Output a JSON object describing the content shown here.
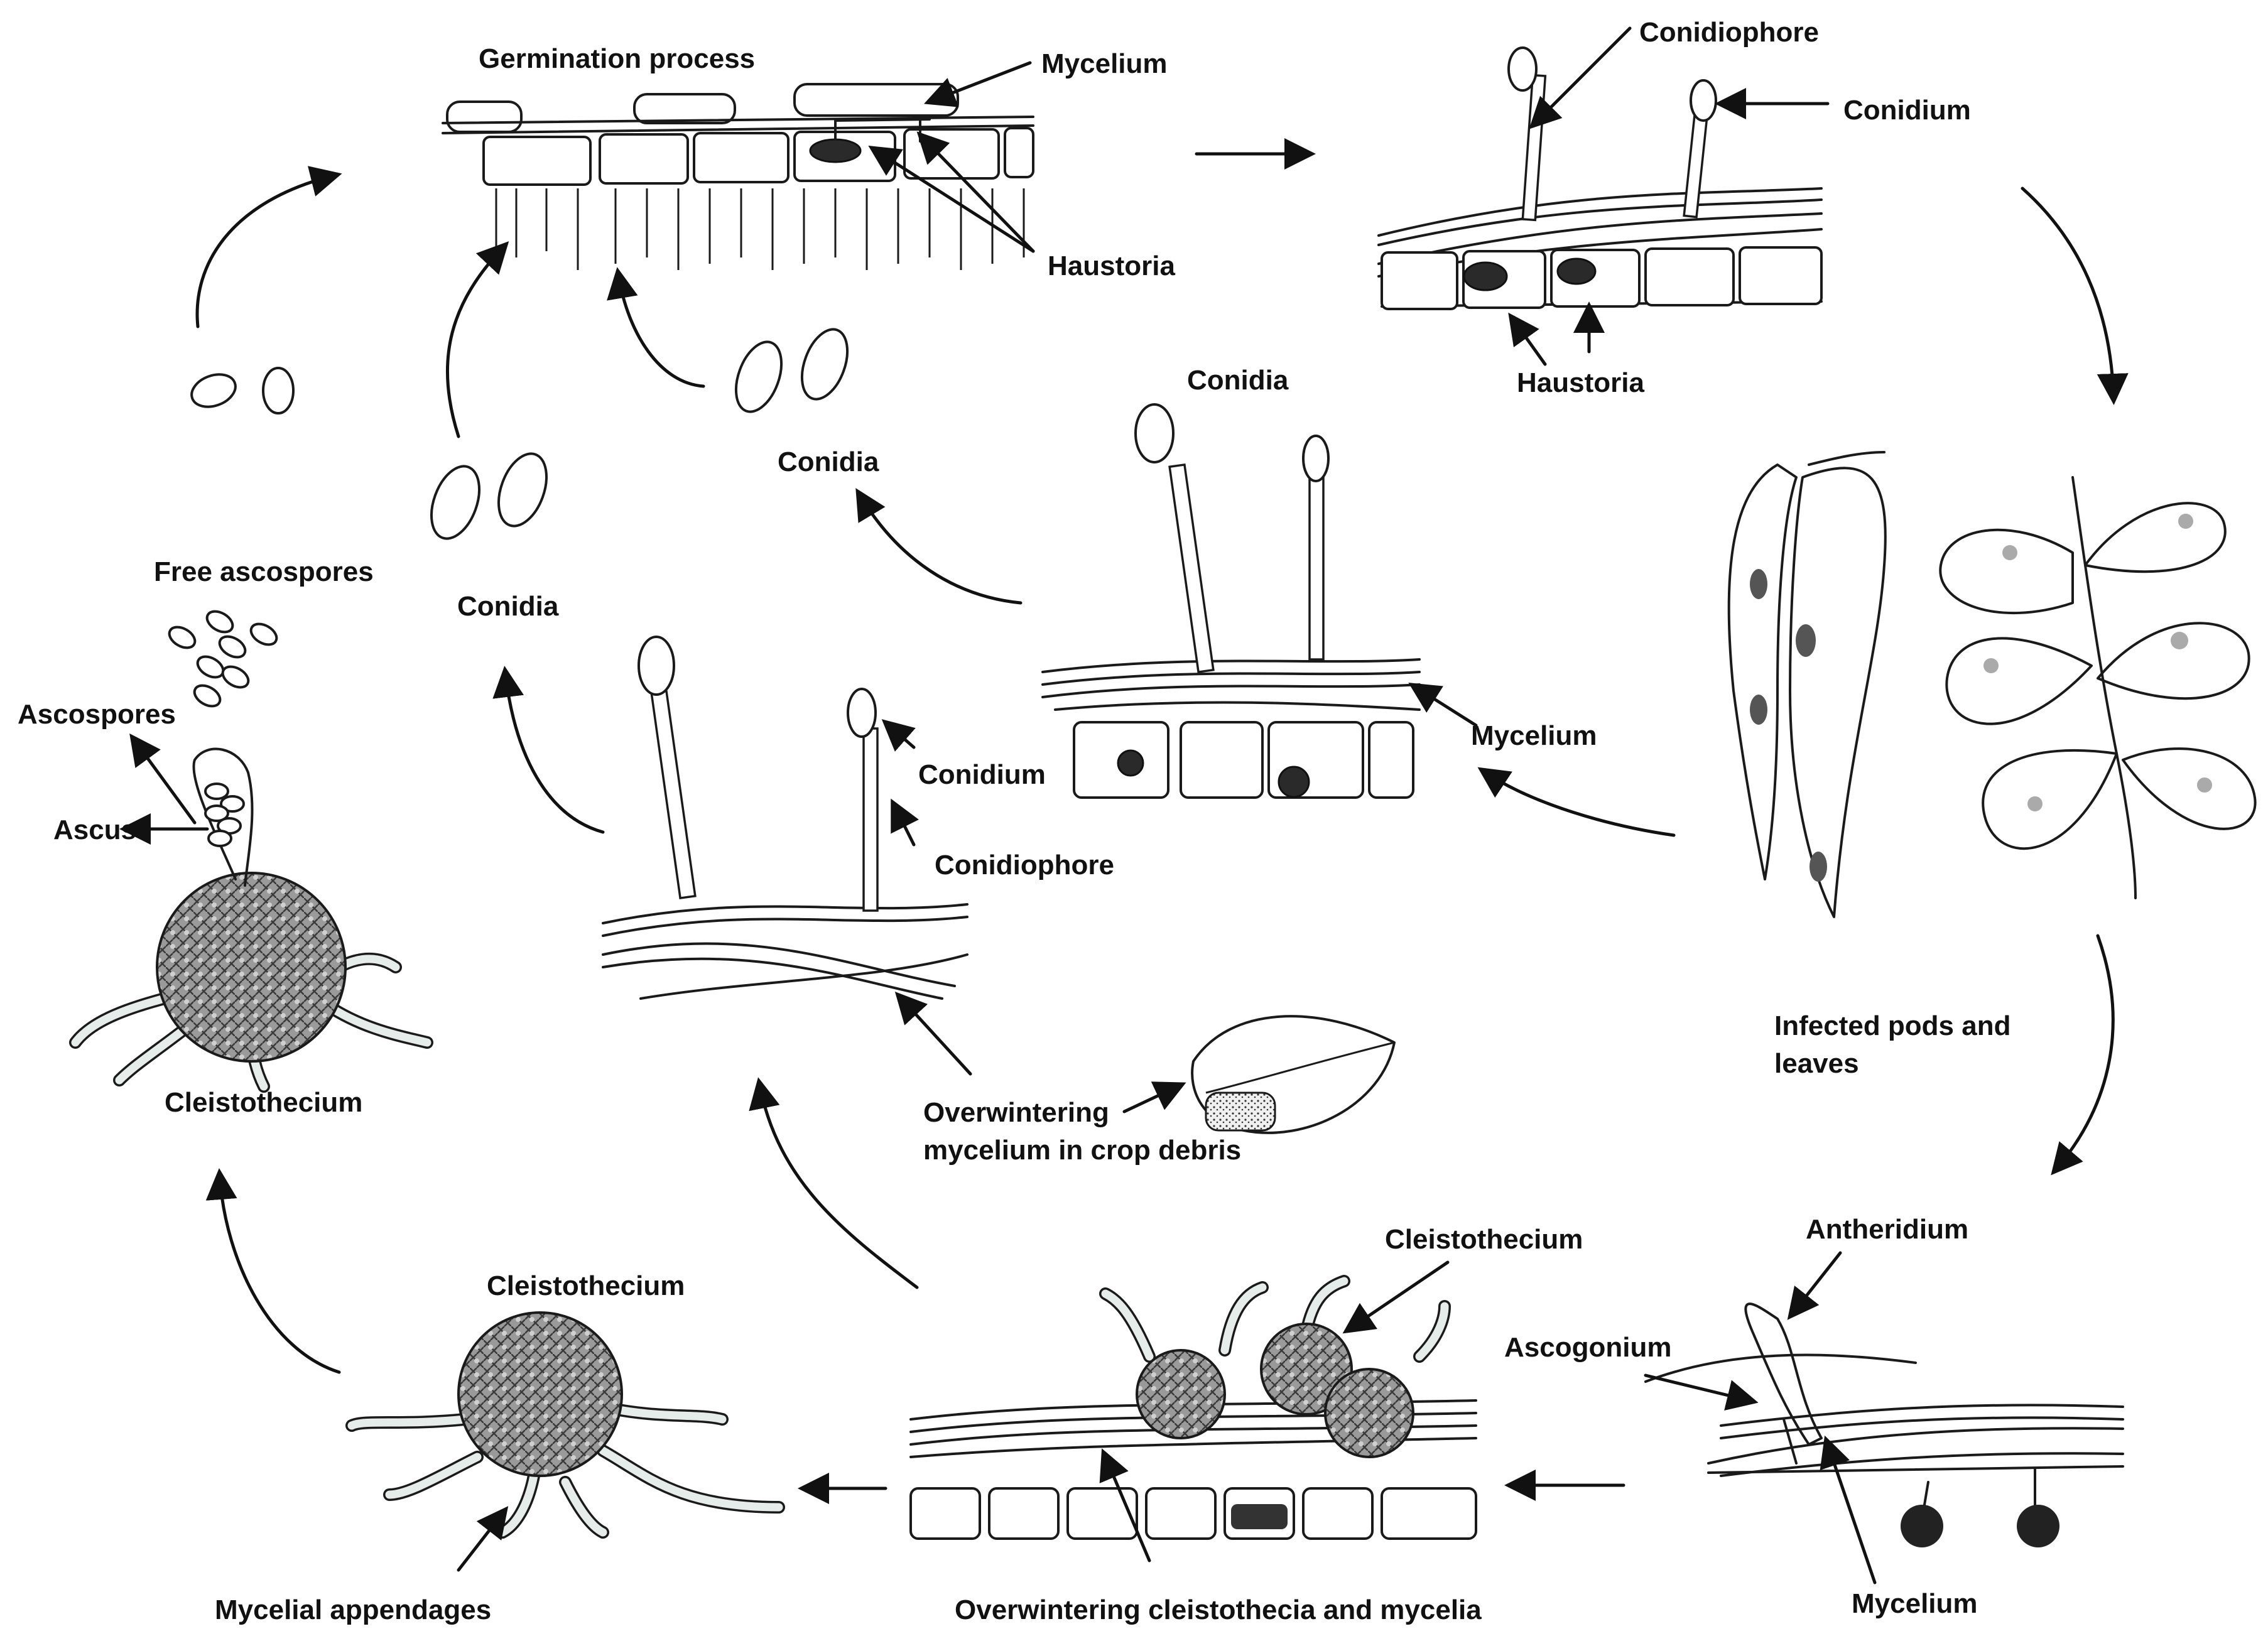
{
  "diagram": {
    "labels": {
      "germination_process": "Germination process",
      "mycelium_top": "Mycelium",
      "haustoria_top": "Haustoria",
      "conidiophore_top": "Conidiophore",
      "conidium_top": "Conidium",
      "haustoria_right": "Haustoria",
      "conidia_center": "Conidia",
      "conidia_upper_left": "Conidia",
      "conidia_left": "Conidia",
      "free_ascospores": "Free ascospores",
      "ascospores": "Ascospores",
      "ascus": "Ascus",
      "cleistothecium_left": "Cleistothecium",
      "conidium_mid": "Conidium",
      "conidiophore_mid": "Conidiophore",
      "mycelium_mid": "Mycelium",
      "infected_pods_line1": "Infected pods and",
      "infected_pods_line2": "leaves",
      "overwintering_debris_line1": "Overwintering",
      "overwintering_debris_line2": "mycelium in crop debris",
      "antheridium": "Antheridium",
      "ascogonium": "Ascogonium",
      "mycelium_bottom_right": "Mycelium",
      "cleistothecium_bottom_center": "Cleistothecium",
      "overwintering_cleistothecia": "Overwintering cleistothecia and mycelia",
      "cleistothecium_bottom_left": "Cleistothecium",
      "mycelial_appendages": "Mycelial appendages"
    },
    "colors": {
      "ink": "#1a1a1a",
      "cleistothecium_fill": "#8a8a8a",
      "background": "#ffffff"
    }
  }
}
